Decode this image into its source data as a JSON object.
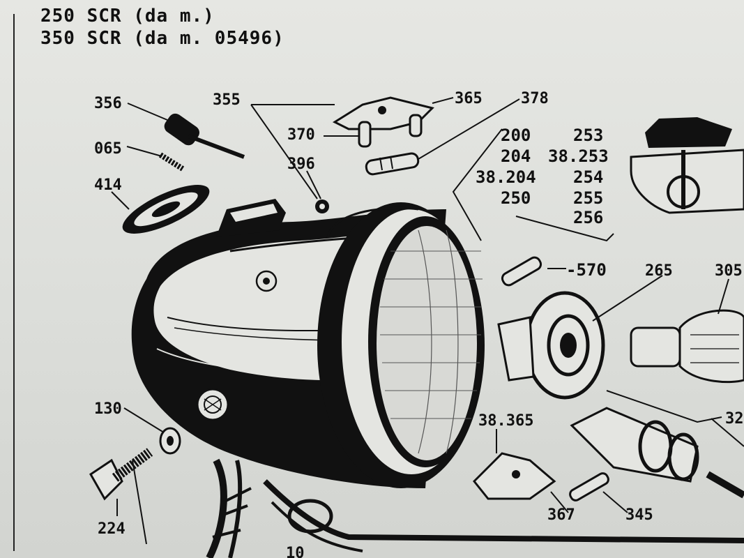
{
  "header": {
    "line1": "250 SCR (da m.)",
    "line2": "350 SCR (da m. 05496)"
  },
  "part_numbers": {
    "p356": "356",
    "p355": "355",
    "p365": "365",
    "p378": "378",
    "p370": "370",
    "p396": "396",
    "p065": "065",
    "p414": "414",
    "p200": "200",
    "p204": "204",
    "p38_204": "38.204",
    "p250": "250",
    "p253": "253",
    "p38_253": "38.253",
    "p254": "254",
    "p255": "255",
    "p256": "256",
    "p570": "-570",
    "p265": "265",
    "p305": "305",
    "p130": "130",
    "p224": "224",
    "p38_365": "38.365",
    "p367": "367",
    "p345": "345",
    "p32": "32",
    "p10": "10"
  },
  "colors": {
    "ink": "#111111",
    "paper": "#e2e3df"
  }
}
